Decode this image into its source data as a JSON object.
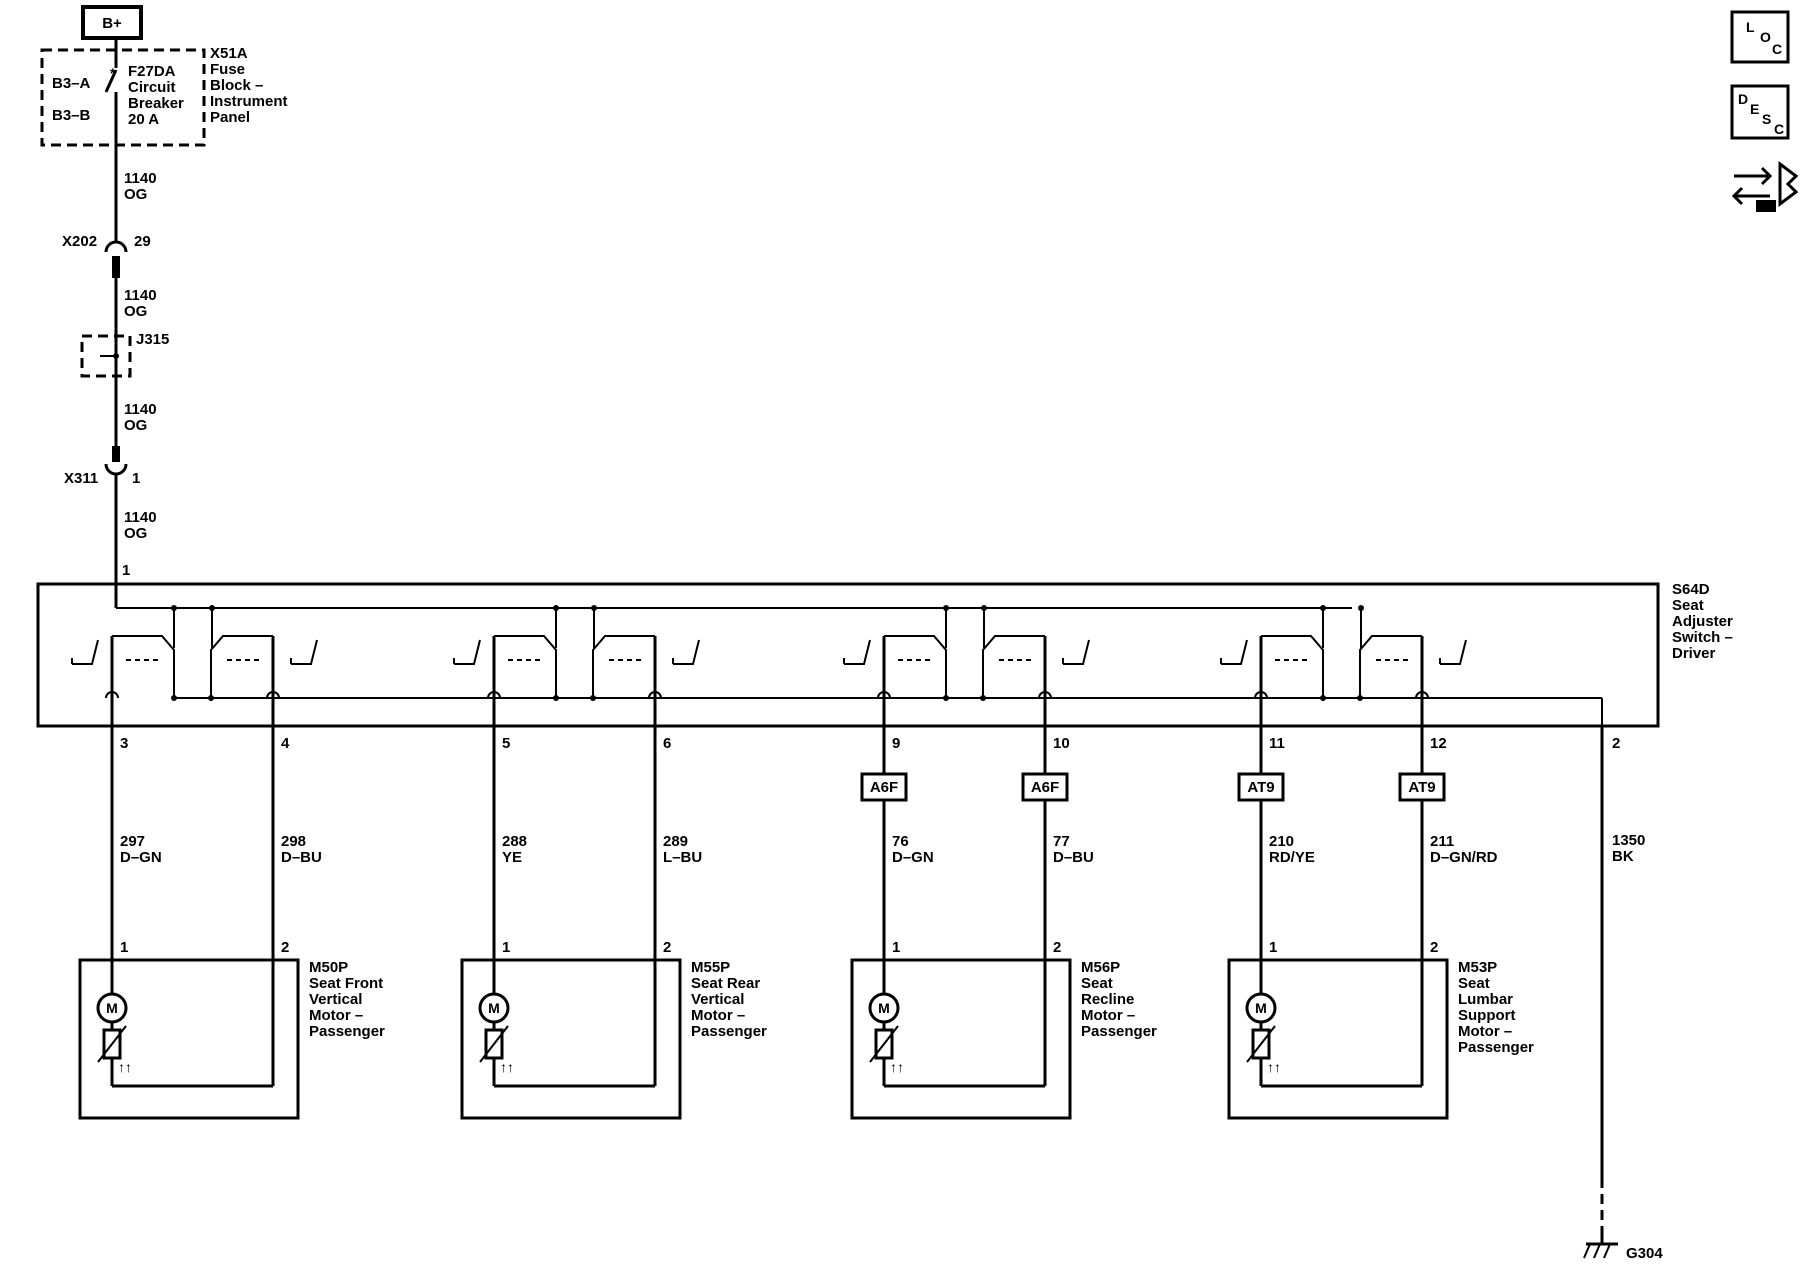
{
  "power": {
    "source_label": "B+",
    "fuse_block": [
      "X51A",
      "Fuse",
      "Block –",
      "Instrument",
      "Panel"
    ],
    "fuse_pins": [
      "B3–A",
      "B3–B"
    ],
    "breaker": [
      "F27DA",
      "Circuit",
      "Breaker",
      "20 A"
    ]
  },
  "feed": {
    "wires": [
      {
        "circuit": "1140",
        "color": "OG"
      },
      {
        "circuit": "1140",
        "color": "OG"
      },
      {
        "circuit": "1140",
        "color": "OG"
      },
      {
        "circuit": "1140",
        "color": "OG"
      }
    ],
    "x202": {
      "name": "X202",
      "pin": "29"
    },
    "j315": "J315",
    "x311": {
      "name": "X311",
      "pin": "1"
    },
    "switch_pin_in": "1"
  },
  "switch": {
    "name": [
      "S64D",
      "Seat",
      "Adjuster",
      "Switch –",
      "Driver"
    ],
    "ground_pin": "2"
  },
  "channels": [
    {
      "pins": [
        "3",
        "4"
      ],
      "connector": "",
      "wires": [
        {
          "circuit": "297",
          "color": "D–GN"
        },
        {
          "circuit": "298",
          "color": "D–BU"
        }
      ],
      "motor_pins": [
        "1",
        "2"
      ],
      "motor_label": [
        "M50P",
        "Seat Front",
        "Vertical",
        "Motor –",
        "Passenger"
      ],
      "motor_glyph": "M",
      "pos_glyph": "↑↑"
    },
    {
      "pins": [
        "5",
        "6"
      ],
      "connector": "",
      "wires": [
        {
          "circuit": "288",
          "color": "YE"
        },
        {
          "circuit": "289",
          "color": "L–BU"
        }
      ],
      "motor_pins": [
        "1",
        "2"
      ],
      "motor_label": [
        "M55P",
        "Seat Rear",
        "Vertical",
        "Motor –",
        "Passenger"
      ],
      "motor_glyph": "M",
      "pos_glyph": "↑↑"
    },
    {
      "pins": [
        "9",
        "10"
      ],
      "connector": "A6F",
      "wires": [
        {
          "circuit": "76",
          "color": "D–GN"
        },
        {
          "circuit": "77",
          "color": "D–BU"
        }
      ],
      "motor_pins": [
        "1",
        "2"
      ],
      "motor_label": [
        "M56P",
        "Seat",
        "Recline",
        "Motor –",
        "Passenger"
      ],
      "motor_glyph": "M",
      "pos_glyph": "↑↑"
    },
    {
      "pins": [
        "11",
        "12"
      ],
      "connector": "AT9",
      "wires": [
        {
          "circuit": "210",
          "color": "RD/YE"
        },
        {
          "circuit": "211",
          "color": "D–GN/RD"
        }
      ],
      "motor_pins": [
        "1",
        "2"
      ],
      "motor_label": [
        "M53P",
        "Seat",
        "Lumbar",
        "Support",
        "Motor –",
        "Passenger"
      ],
      "motor_glyph": "M",
      "pos_glyph": "↑↑"
    }
  ],
  "ground": {
    "wire": {
      "circuit": "1350",
      "color": "BK"
    },
    "name": "G304"
  },
  "side_icons": {
    "loc": [
      "L",
      "O",
      "C"
    ],
    "desc": [
      "D",
      "E",
      "S",
      "C"
    ]
  }
}
